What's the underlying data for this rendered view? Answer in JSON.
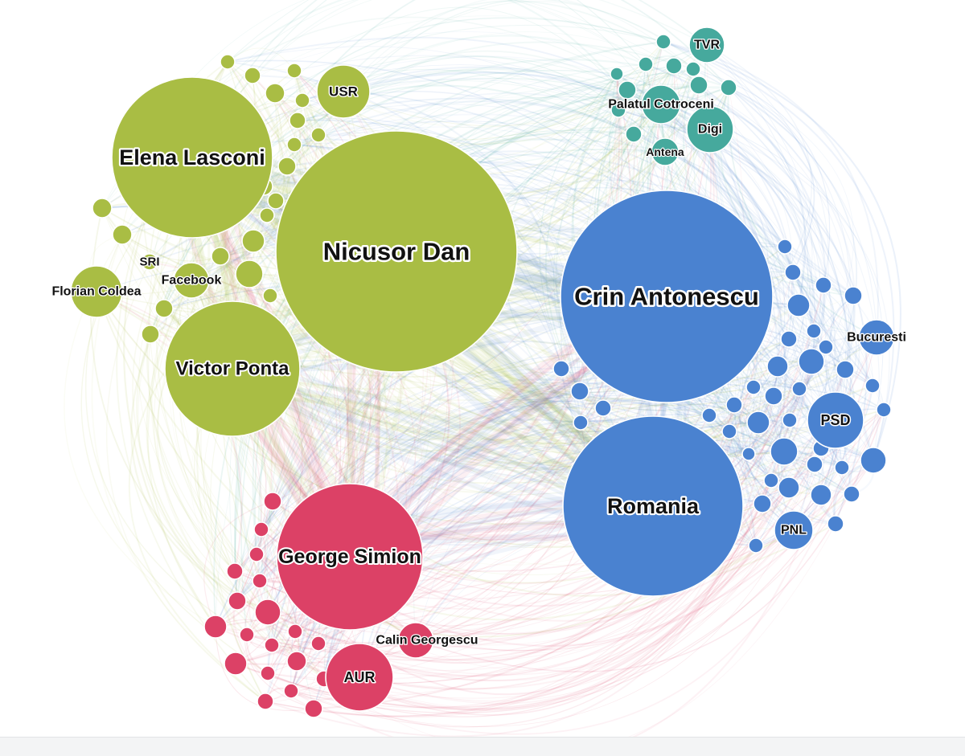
{
  "graph": {
    "communities": [
      {
        "id": "green",
        "color": "#a9bd44"
      },
      {
        "id": "blue",
        "color": "#4a82d0"
      },
      {
        "id": "red",
        "color": "#dc4166"
      },
      {
        "id": "teal",
        "color": "#46a99d"
      }
    ],
    "labeled_nodes": [
      {
        "label": "Nicusor Dan",
        "community": "green"
      },
      {
        "label": "Elena Lasconi",
        "community": "green"
      },
      {
        "label": "Victor Ponta",
        "community": "green"
      },
      {
        "label": "USR",
        "community": "green"
      },
      {
        "label": "SRI",
        "community": "green"
      },
      {
        "label": "Facebook",
        "community": "green"
      },
      {
        "label": "Florian Coldea",
        "community": "green"
      },
      {
        "label": "Crin Antonescu",
        "community": "blue"
      },
      {
        "label": "Romania",
        "community": "blue"
      },
      {
        "label": "Bucuresti",
        "community": "blue"
      },
      {
        "label": "PSD",
        "community": "blue"
      },
      {
        "label": "PNL",
        "community": "blue"
      },
      {
        "label": "George Simion",
        "community": "red"
      },
      {
        "label": "Calin Georgescu",
        "community": "red"
      },
      {
        "label": "AUR",
        "community": "red"
      },
      {
        "label": "TVR",
        "community": "teal"
      },
      {
        "label": "Palatul Cotroceni",
        "community": "teal"
      },
      {
        "label": "Digi",
        "community": "teal"
      },
      {
        "label": "Antena",
        "community": "teal"
      }
    ]
  }
}
